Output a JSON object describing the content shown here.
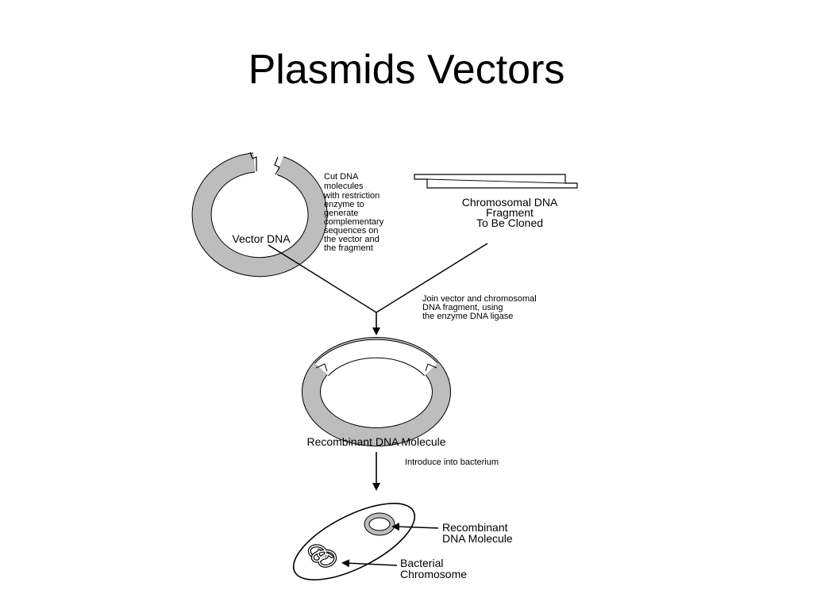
{
  "slide": {
    "title": "Plasmids Vectors"
  },
  "diagram": {
    "vector_label": "Vector DNA",
    "cut_note": [
      "Cut DNA",
      "molecules",
      "with restriction",
      "enzyme to",
      "generate",
      "complementary",
      "sequences on",
      "the vector and",
      "the fragment"
    ],
    "fragment_label": [
      "Chromosomal DNA",
      "Fragment",
      "To Be Cloned"
    ],
    "join_note": [
      "Join vector and chromosomal",
      "DNA fragment, using",
      "the enzyme DNA ligase"
    ],
    "recombinant_label": "Recombinant DNA Molecule",
    "introduce_note": "Introduce into bacterium",
    "cell_recombinant_label": [
      "Recombinant",
      "DNA Molecule"
    ],
    "cell_chromosome_label": [
      "Bacterial",
      "Chromosome"
    ],
    "colors": {
      "ring_fill": "#bdbdbd",
      "ink": "#000000"
    }
  }
}
